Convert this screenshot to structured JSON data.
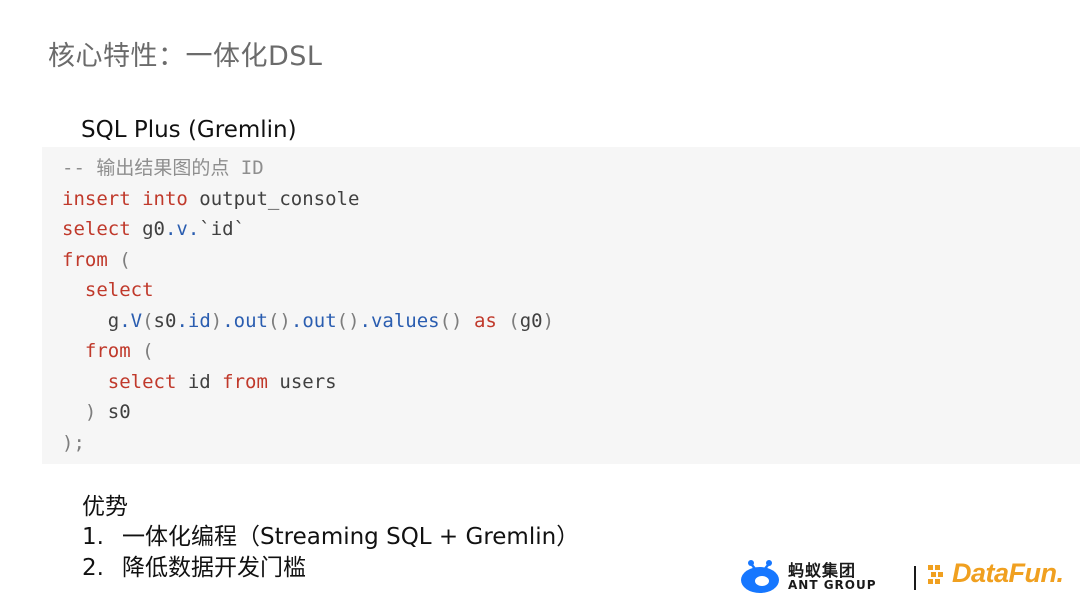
{
  "slide": {
    "title": "核心特性：一体化DSL",
    "subtitle": "SQL Plus (Gremlin)"
  },
  "code": {
    "lines": [
      [
        {
          "t": "-- 输出结果图的点 ID",
          "c": "comment"
        }
      ],
      [
        {
          "t": "insert into",
          "c": "kw"
        },
        {
          "t": " output_console",
          "c": "text"
        }
      ],
      [
        {
          "t": "select",
          "c": "kw"
        },
        {
          "t": " g0",
          "c": "text"
        },
        {
          "t": ".v.",
          "c": "fn"
        },
        {
          "t": "`id`",
          "c": "text"
        }
      ],
      [
        {
          "t": "from",
          "c": "kw"
        },
        {
          "t": " (",
          "c": "punct"
        }
      ],
      [
        {
          "t": "  ",
          "c": "text"
        },
        {
          "t": "select",
          "c": "kw"
        }
      ],
      [
        {
          "t": "    g",
          "c": "text"
        },
        {
          "t": ".V",
          "c": "fn"
        },
        {
          "t": "(",
          "c": "punct"
        },
        {
          "t": "s0",
          "c": "text"
        },
        {
          "t": ".id",
          "c": "fn"
        },
        {
          "t": ")",
          "c": "punct"
        },
        {
          "t": ".out",
          "c": "fn"
        },
        {
          "t": "()",
          "c": "punct"
        },
        {
          "t": ".out",
          "c": "fn"
        },
        {
          "t": "()",
          "c": "punct"
        },
        {
          "t": ".values",
          "c": "fn"
        },
        {
          "t": "()",
          "c": "punct"
        },
        {
          "t": " as ",
          "c": "kw"
        },
        {
          "t": "(",
          "c": "punct"
        },
        {
          "t": "g0",
          "c": "text"
        },
        {
          "t": ")",
          "c": "punct"
        }
      ],
      [
        {
          "t": "  ",
          "c": "text"
        },
        {
          "t": "from",
          "c": "kw"
        },
        {
          "t": " (",
          "c": "punct"
        }
      ],
      [
        {
          "t": "    ",
          "c": "text"
        },
        {
          "t": "select",
          "c": "kw"
        },
        {
          "t": " id ",
          "c": "text"
        },
        {
          "t": "from",
          "c": "kw"
        },
        {
          "t": " users",
          "c": "text"
        }
      ],
      [
        {
          "t": "  ) ",
          "c": "punct"
        },
        {
          "t": "s0",
          "c": "text"
        }
      ],
      [
        {
          "t": ");",
          "c": "punct"
        }
      ]
    ]
  },
  "advantages": {
    "heading": "优势",
    "items": [
      {
        "num": "1.",
        "text": "一体化编程（Streaming SQL + Gremlin）"
      },
      {
        "num": "2.",
        "text": "降低数据开发门槛"
      }
    ]
  },
  "logos": {
    "ant_cn": "蚂蚁集团",
    "ant_en": "ANT GROUP",
    "datafun": "DataFun.",
    "ant_color": "#1677ff",
    "datafun_color": "#f0a020"
  }
}
